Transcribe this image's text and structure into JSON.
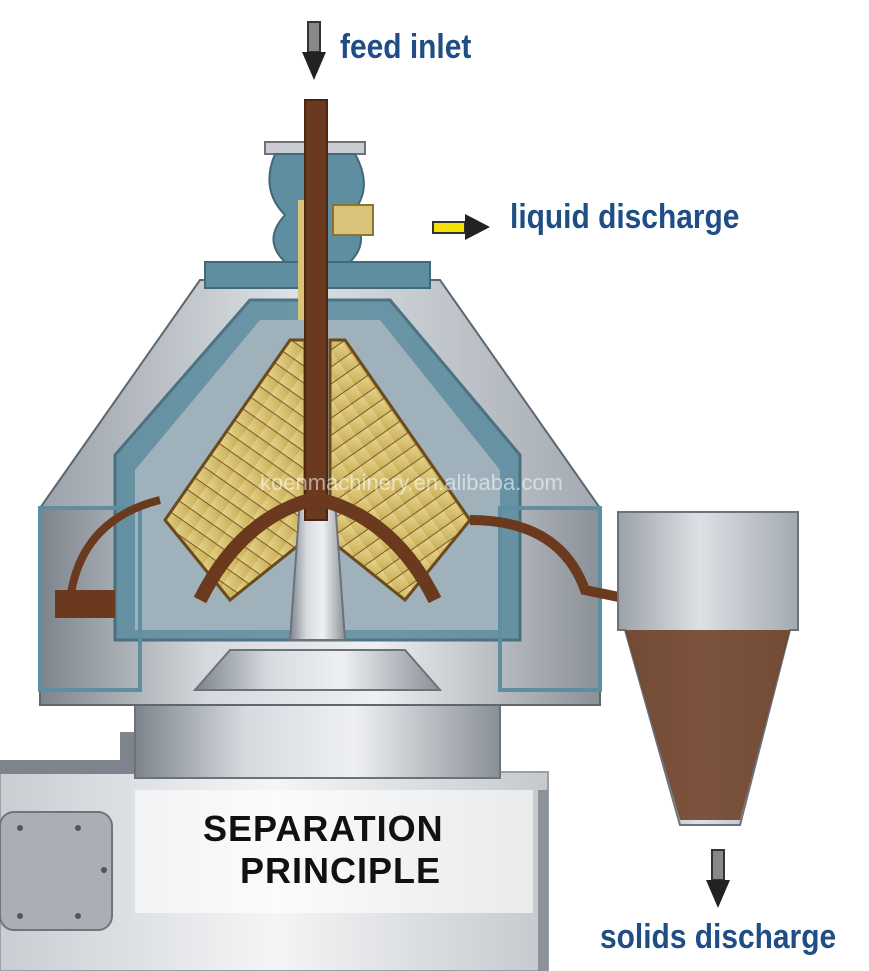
{
  "labels": {
    "feed_inlet": "feed inlet",
    "liquid_discharge": "liquid discharge",
    "solids_discharge": "solids discharge"
  },
  "panel_title": {
    "line1": "SEPARATION",
    "line2": "PRINCIPLE"
  },
  "watermark": "koenmachinery.en.alibaba.com",
  "colors": {
    "label_text": "#1f4e86",
    "teal_casing": "#5f8ea0",
    "steel": "#b9bec4",
    "disc_stack": "#d9c47a",
    "sludge": "#6b3a1e",
    "liquid_arrow": "#f3e100"
  },
  "icons": [
    "down-arrow-icon",
    "right-arrow-icon"
  ]
}
